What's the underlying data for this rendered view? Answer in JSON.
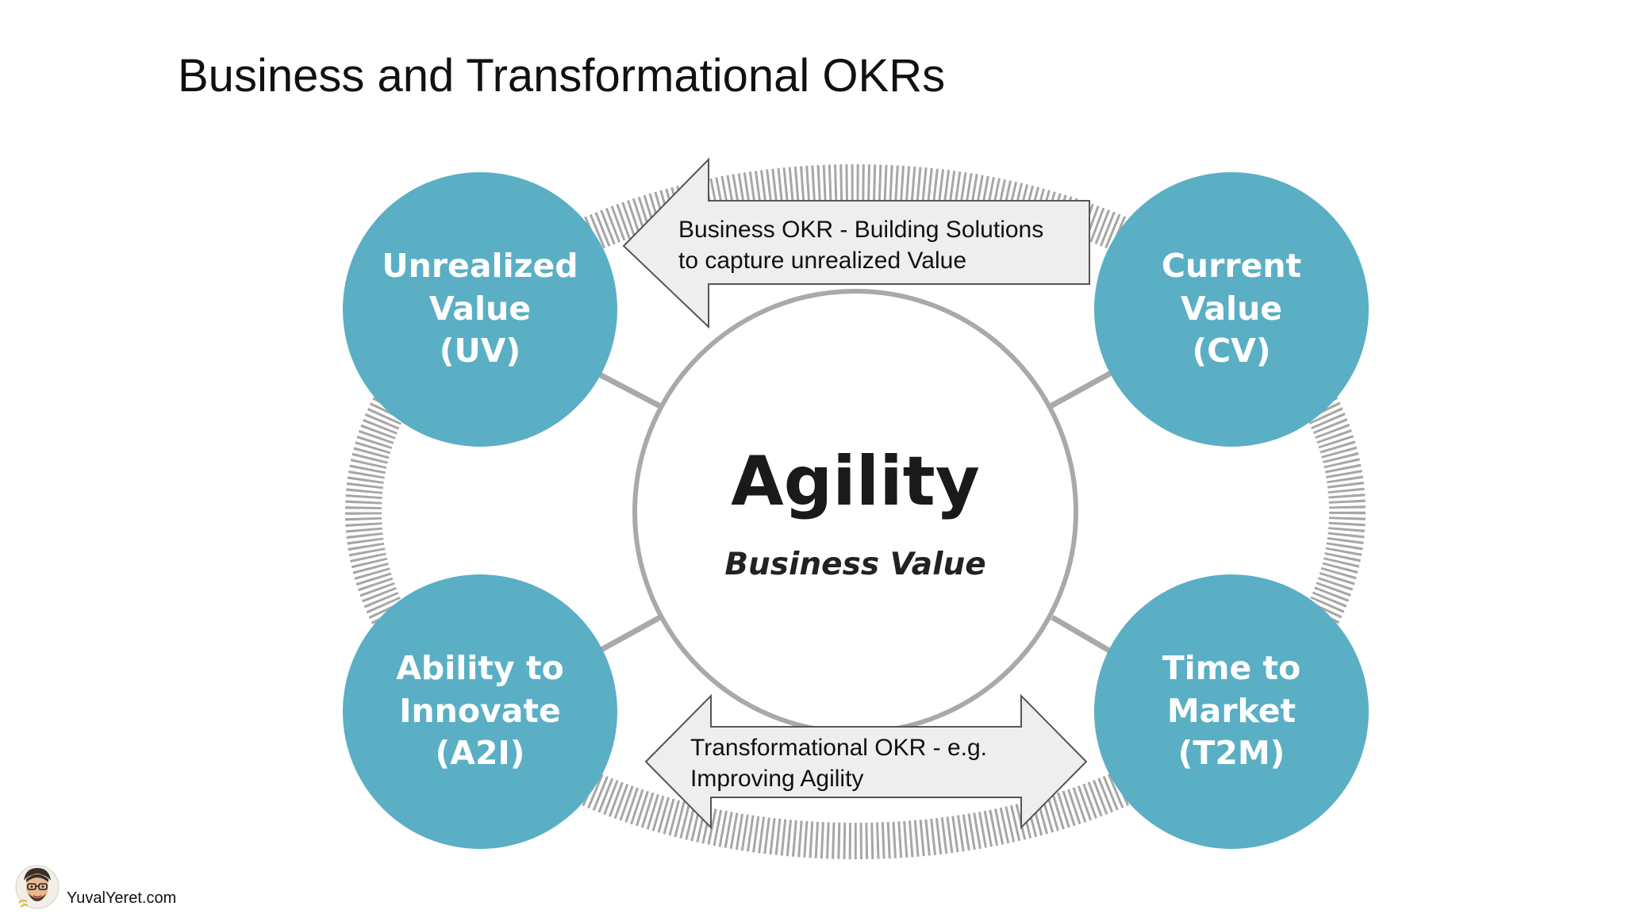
{
  "title": "Business and Transformational OKRs",
  "center": {
    "title": "Agility",
    "subtitle": "Business Value"
  },
  "nodes": [
    {
      "line1": "Unrealized",
      "line2": "Value",
      "line3": "(UV)"
    },
    {
      "line1": "Current",
      "line2": "Value",
      "line3": "(CV)"
    },
    {
      "line1": "Ability to",
      "line2": "Innovate",
      "line3": "(A2I)"
    },
    {
      "line1": "Time to",
      "line2": "Market",
      "line3": "(T2M)"
    }
  ],
  "arrows": {
    "business": {
      "line1": "Business OKR - Building Solutions",
      "line2": "to capture unrealized Value"
    },
    "transformational": {
      "line1": "Transformational OKR - e.g.",
      "line2": "Improving Agility"
    }
  },
  "footer": {
    "credit": "YuvalYeret.com"
  },
  "colors": {
    "node_fill": "#5aafc4",
    "ring_stroke": "#a9a9a9",
    "connector": "#a9a9a9",
    "arrow_fill": "#eeeeee",
    "arrow_stroke": "#555555"
  }
}
